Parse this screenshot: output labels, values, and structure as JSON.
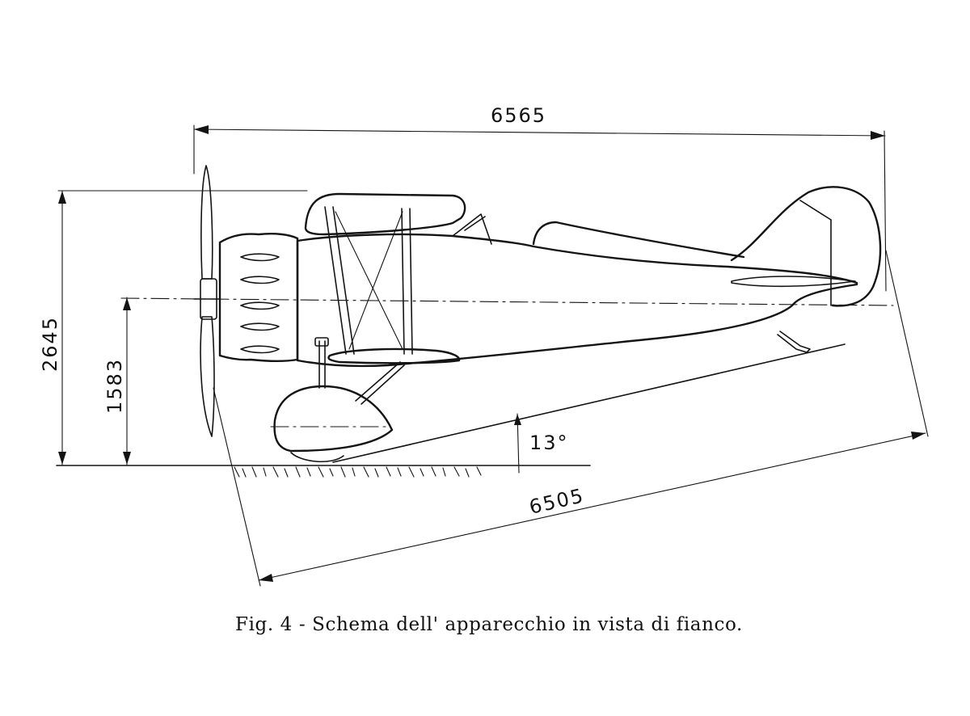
{
  "figure": {
    "caption": "Fig. 4 - Schema dell' apparecchio in vista di fianco.",
    "dimensions": {
      "overall_length": "6565",
      "overall_height": "2645",
      "axis_height": "1583",
      "inclined_length": "6505",
      "ground_angle": "13°"
    }
  }
}
